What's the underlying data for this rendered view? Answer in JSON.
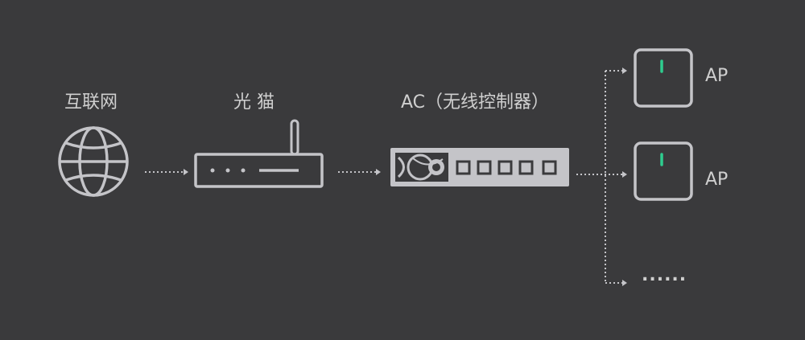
{
  "labels": {
    "internet": "互联网",
    "modem": "光 猫",
    "ac": "AC（无线控制器）",
    "ap1": "AP",
    "ap2": "AP",
    "more": "......"
  },
  "colors": {
    "background": "#3a3a3c",
    "line": "#c4c4c8",
    "ap_led": "#2ecc8f"
  }
}
